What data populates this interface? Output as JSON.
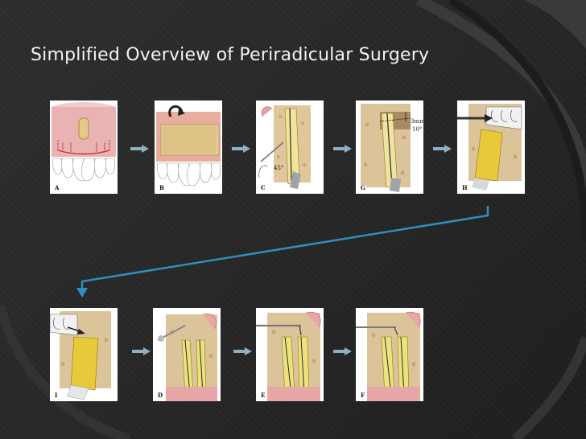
{
  "slide": {
    "title": "Simplified Overview of Periradicular Surgery"
  },
  "panels": [
    {
      "label": "A"
    },
    {
      "label": "B"
    },
    {
      "label": "C",
      "angle": "45°"
    },
    {
      "label": "G",
      "depth": "3mm",
      "bevel": "10°"
    },
    {
      "label": "H"
    },
    {
      "label": "I"
    },
    {
      "label": "D"
    },
    {
      "label": "E"
    },
    {
      "label": "F"
    }
  ],
  "colors": {
    "background": "#2a2a2a",
    "title": "#f2f2f2",
    "arrow": "#8fb0c4",
    "connector": "#2e8fbf",
    "bone": "#d9c39a",
    "root_canal": "#e6dc6a",
    "gum": "#e5a4a4"
  },
  "icons": [
    "step-arrow-icon",
    "connector-arrow-icon"
  ]
}
